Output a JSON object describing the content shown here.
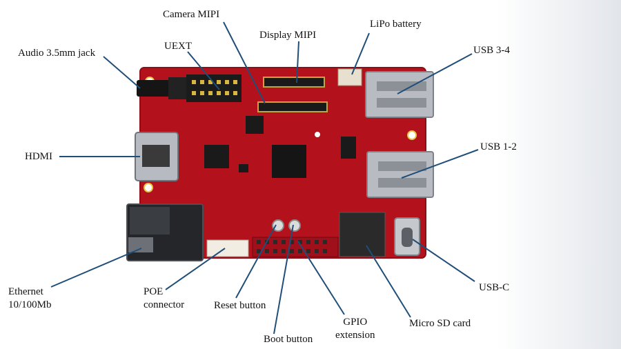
{
  "labels": {
    "camera_mipi": "Camera MIPI",
    "display_mipi": "Display MIPI",
    "lipo_battery": "LiPo battery",
    "uext": "UEXT",
    "audio_jack": "Audio 3.5mm jack",
    "usb_3_4": "USB 3-4",
    "hdmi": "HDMI",
    "usb_1_2": "USB 1-2",
    "ethernet_line1": "Ethernet",
    "ethernet_line2": "10/100Mb",
    "poe_line1": "POE",
    "poe_line2": "connector",
    "reset_button": "Reset button",
    "gpio_line1": "GPIO",
    "gpio_line2": "extension",
    "micro_sd": "Micro SD card",
    "usb_c": "USB-C",
    "boot_button": "Boot button"
  },
  "colors": {
    "board": "#b3121d",
    "board_dark": "#8e0d16",
    "leader_line": "#1f4e79",
    "metal": "#b8bcc2",
    "chip": "#1a1a1a"
  }
}
